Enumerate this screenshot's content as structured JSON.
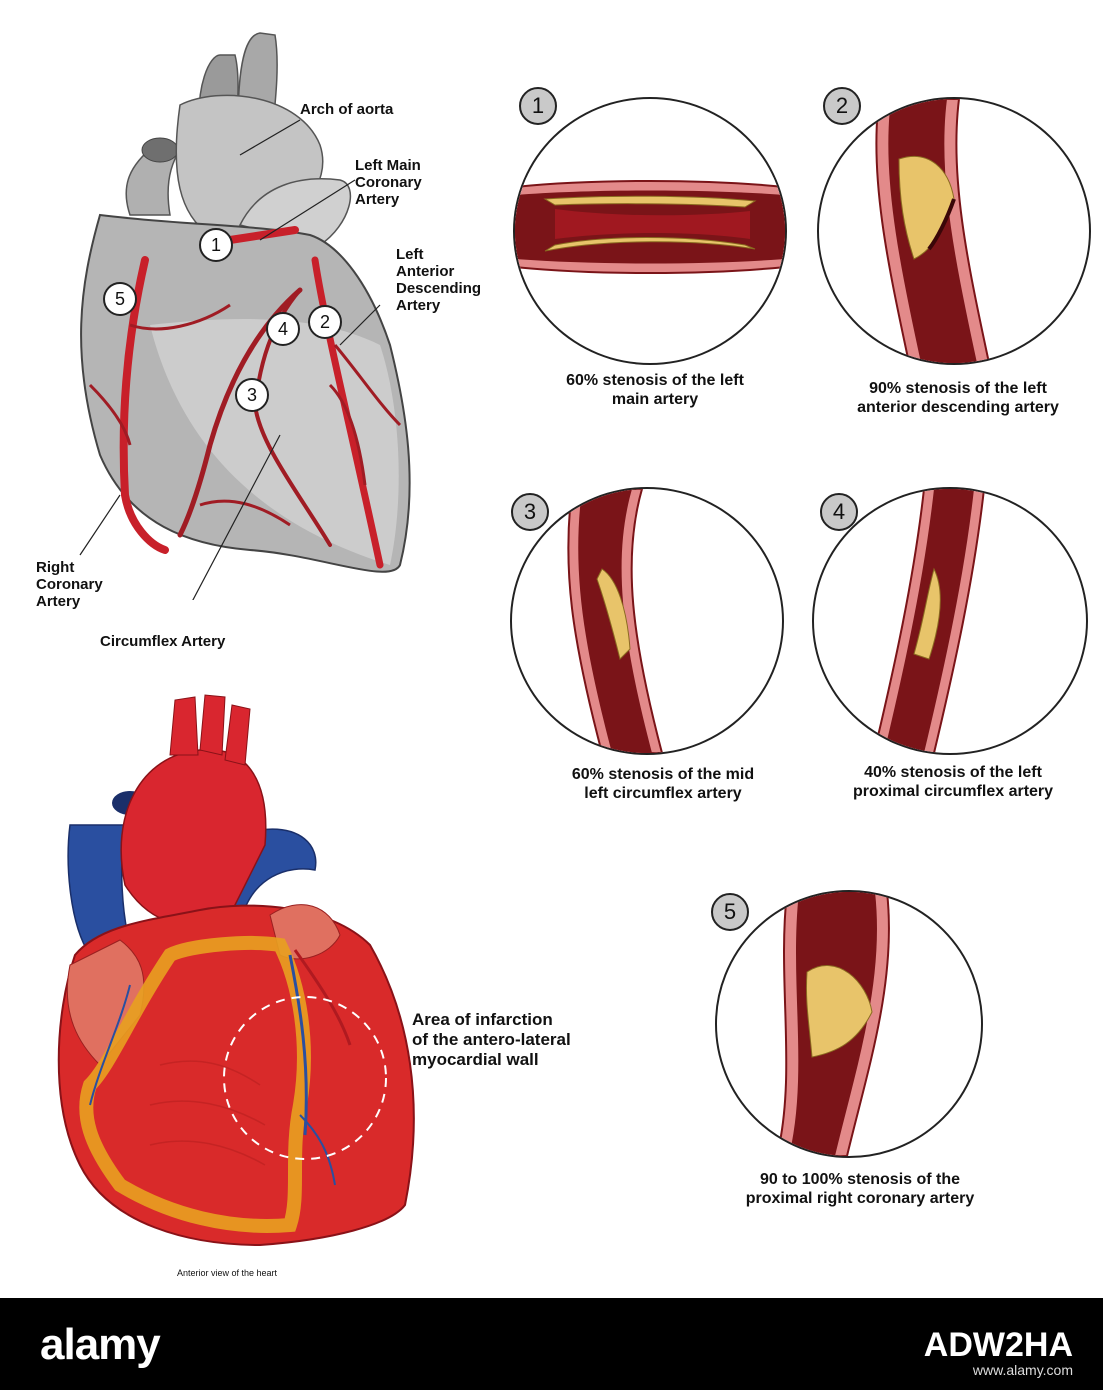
{
  "top_heart": {
    "labels": {
      "arch": "Arch of aorta",
      "left_main": "Left Main\nCoronary\nArtery",
      "lad": "Left\nAnterior\nDescending\nArtery",
      "rca": "Right\nCoronary\nArtery",
      "circumflex": "Circumflex Artery"
    },
    "markers": [
      "1",
      "2",
      "3",
      "4",
      "5"
    ]
  },
  "bottom_heart": {
    "infarct_label": "Area of infarction\nof the antero-lateral\nmyocardial wall",
    "caption": "Anterior view of the heart"
  },
  "panels": [
    {
      "num": "1",
      "caption": "60% stenosis of the left\nmain artery"
    },
    {
      "num": "2",
      "caption": "90% stenosis of the left\nanterior descending artery"
    },
    {
      "num": "3",
      "caption": "60% stenosis of the mid\nleft circumflex artery"
    },
    {
      "num": "4",
      "caption": "40% stenosis of the left\nproximal circumflex artery"
    },
    {
      "num": "5",
      "caption": "90 to 100% stenosis of the\nproximal right coronary artery"
    }
  ],
  "footer": {
    "logo": "alamy",
    "image_id": "ADW2HA",
    "url": "www.alamy.com"
  },
  "colors": {
    "artery_red": "#c8202a",
    "vessel_dark": "#7a1418",
    "plaque": "#e8c46a",
    "heart_grey": "#b9b9b9",
    "vein_blue": "#2a4fa0"
  }
}
